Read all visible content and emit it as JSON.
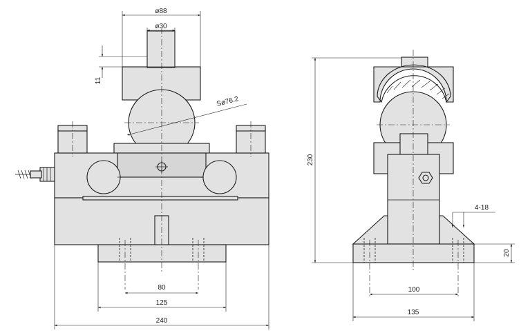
{
  "dimensions": {
    "top_outer_diameter": "ø88",
    "top_inner_diameter": "ø30",
    "top_recess_depth": "11",
    "sphere_diameter": "Sø76.2",
    "bolt_spacing_front": "80",
    "base_width_front": "125",
    "overall_length": "240",
    "overall_height": "230",
    "mounting_holes": "4-18",
    "base_thickness": "20",
    "bolt_spacing_side": "100",
    "base_width_side": "135"
  }
}
